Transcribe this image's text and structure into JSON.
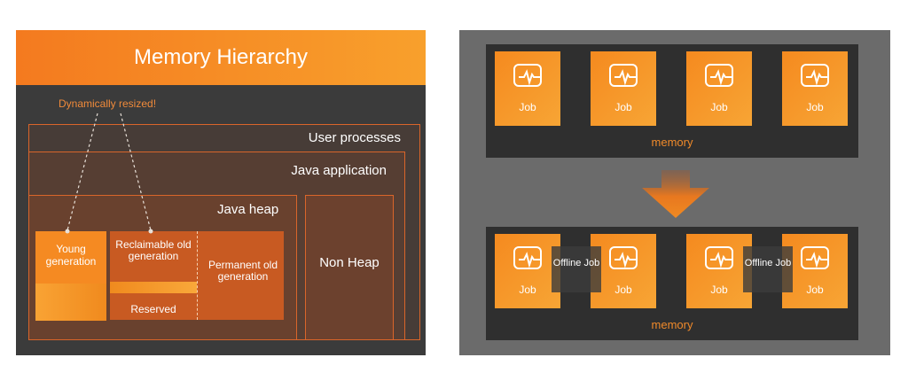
{
  "left": {
    "title": "Memory Hierarchy",
    "note": "Dynamically resized!",
    "user_processes": "User processes",
    "java_application": "Java application",
    "java_heap": "Java heap",
    "non_heap": "Non Heap",
    "young_generation": "Young generation",
    "reclaimable_old_generation": "Reclaimable old generation",
    "reserved": "Reserved",
    "permanent_old_generation": "Permanent old generation"
  },
  "right": {
    "top_jobs": [
      "Job",
      "Job",
      "Job",
      "Job"
    ],
    "top_memory": "memory",
    "bottom_jobs": [
      "Job",
      "Job",
      "Job",
      "Job"
    ],
    "offline_jobs": [
      "Offline Job",
      "Offline Job"
    ],
    "bottom_memory": "memory"
  },
  "colors": {
    "accent_orange": "#f58a22",
    "dark_panel": "#3b3b3b",
    "gray_panel": "#6b6b6b"
  },
  "icons": {
    "job": "monitor-waveform-icon",
    "arrow": "down-arrow-icon"
  }
}
